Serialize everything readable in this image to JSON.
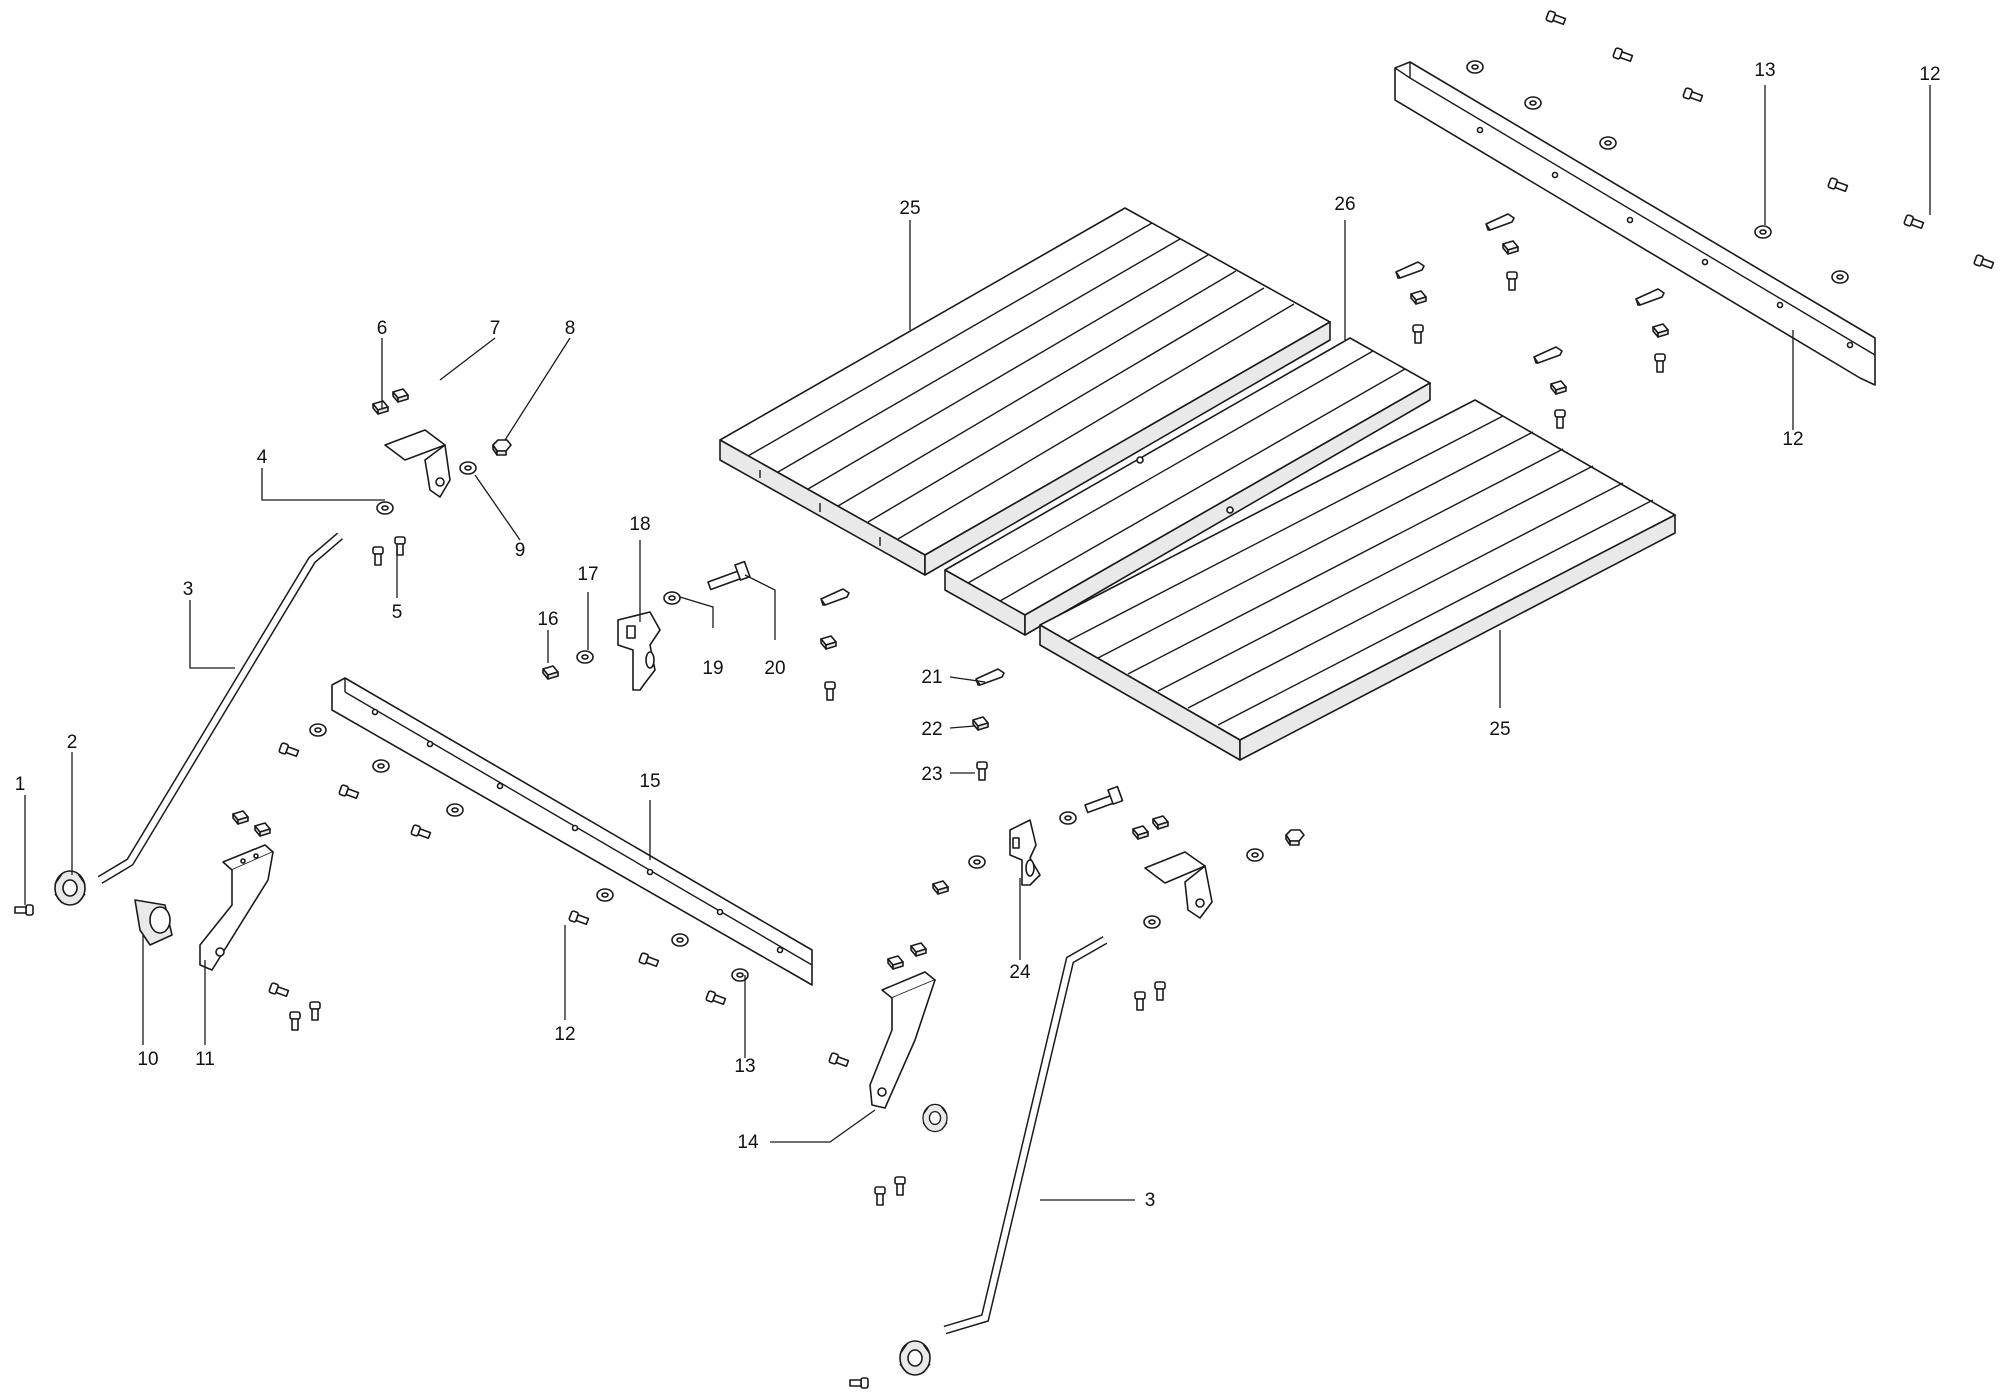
{
  "callouts": [
    {
      "id": "c1",
      "text": "1"
    },
    {
      "id": "c2",
      "text": "2"
    },
    {
      "id": "c3a",
      "text": "3"
    },
    {
      "id": "c3b",
      "text": "3"
    },
    {
      "id": "c4",
      "text": "4"
    },
    {
      "id": "c5",
      "text": "5"
    },
    {
      "id": "c6",
      "text": "6"
    },
    {
      "id": "c7",
      "text": "7"
    },
    {
      "id": "c8",
      "text": "8"
    },
    {
      "id": "c9",
      "text": "9"
    },
    {
      "id": "c10",
      "text": "10"
    },
    {
      "id": "c11",
      "text": "11"
    },
    {
      "id": "c12a",
      "text": "12"
    },
    {
      "id": "c12b",
      "text": "12"
    },
    {
      "id": "c12c",
      "text": "12"
    },
    {
      "id": "c13a",
      "text": "13"
    },
    {
      "id": "c13b",
      "text": "13"
    },
    {
      "id": "c14",
      "text": "14"
    },
    {
      "id": "c15",
      "text": "15"
    },
    {
      "id": "c16",
      "text": "16"
    },
    {
      "id": "c17",
      "text": "17"
    },
    {
      "id": "c18",
      "text": "18"
    },
    {
      "id": "c19",
      "text": "19"
    },
    {
      "id": "c20",
      "text": "20"
    },
    {
      "id": "c21",
      "text": "21"
    },
    {
      "id": "c22",
      "text": "22"
    },
    {
      "id": "c23",
      "text": "23"
    },
    {
      "id": "c24",
      "text": "24"
    },
    {
      "id": "c25a",
      "text": "25"
    },
    {
      "id": "c25b",
      "text": "25"
    },
    {
      "id": "c26",
      "text": "26"
    }
  ]
}
